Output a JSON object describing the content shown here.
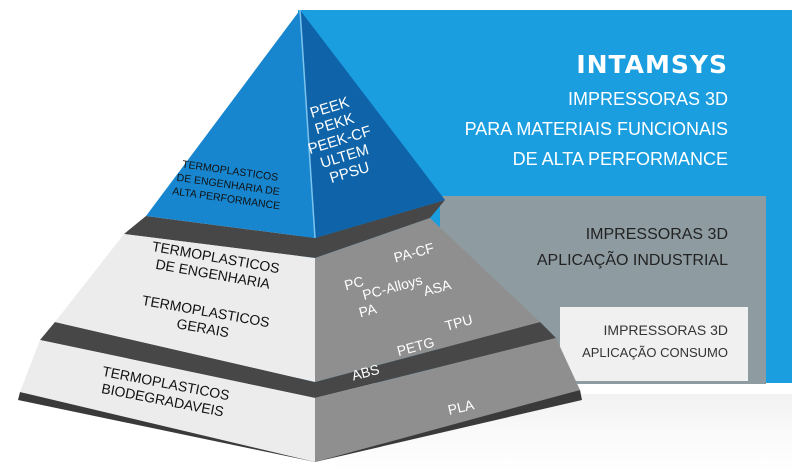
{
  "brand": {
    "logo_text": "INTAMSYS",
    "lines": [
      "IMPRESSORAS 3D",
      "PARA MATERIAIS FUNCIONAIS",
      "DE ALTA PERFORMANCE"
    ]
  },
  "industrial": {
    "lines": [
      "IMPRESSORAS 3D",
      "APLICAÇÃO INDUSTRIAL"
    ]
  },
  "consumer": {
    "lines": [
      "IMPRESSORAS 3D",
      "APLICAÇÃO CONSUMO"
    ]
  },
  "pyramid": {
    "top": {
      "label": [
        "TERMOPLASTICOS",
        "DE ENGENHARIA DE",
        "ALTA PERFORMANCE"
      ],
      "materials": [
        "PEEK",
        "PEKK",
        "PEEK-CF",
        "ULTEM",
        "PPSU"
      ]
    },
    "middle": {
      "label_upper": [
        "TERMOPLASTICOS",
        "DE ENGENHARIA"
      ],
      "label_lower": [
        "TERMOPLASTICOS",
        "GERAIS"
      ],
      "materials_upper": [
        "PC",
        "PA-CF",
        "PC-Alloys",
        "PA",
        "ASA"
      ],
      "materials_lower": [
        "ABS",
        "PETG",
        "TPU"
      ]
    },
    "bottom": {
      "label": [
        "TERMOPLASTICOS",
        "BIODEGRADAVEIS"
      ],
      "materials": [
        "PLA"
      ]
    }
  },
  "colors": {
    "brand_blue": "#1a9ee0",
    "top_left_blue": "#1786cf",
    "top_right_blue": "#0f64a9",
    "industrial_gray": "#8e9ca1",
    "consumer_panel": "#f0f0f0",
    "tier_light": "#ececec",
    "tier_dark": "#8f8f8f",
    "band_dark": "#474747"
  }
}
